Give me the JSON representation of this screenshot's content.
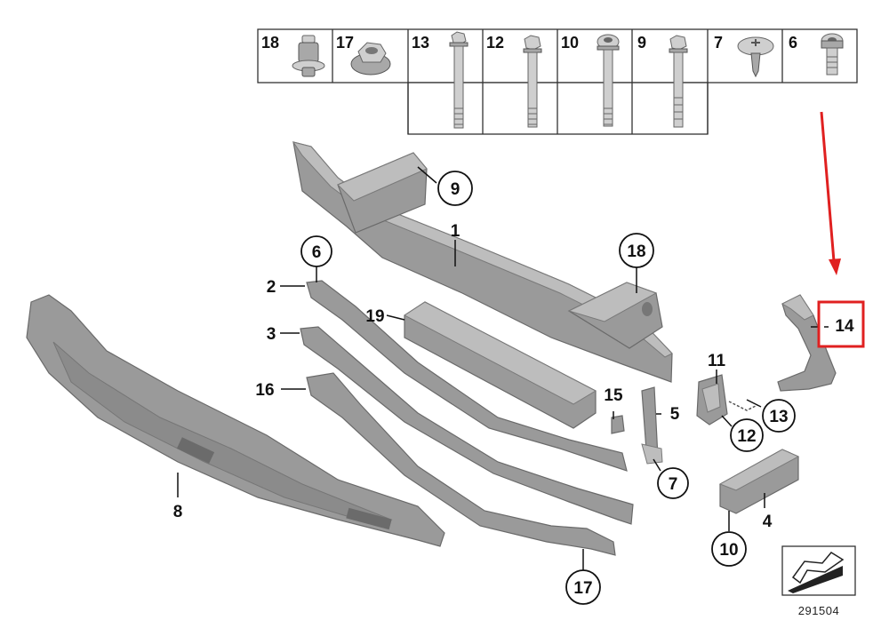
{
  "hardware_table": {
    "items": [
      {
        "num": "18",
        "icon": "clip-nut-icon"
      },
      {
        "num": "17",
        "icon": "hex-nut-icon"
      },
      {
        "num": "13",
        "icon": "hex-bolt-long-icon"
      },
      {
        "num": "12",
        "icon": "hex-bolt-icon"
      },
      {
        "num": "10",
        "icon": "round-head-bolt-icon"
      },
      {
        "num": "9",
        "icon": "hex-bolt-icon"
      },
      {
        "num": "7",
        "icon": "pan-head-screw-icon"
      },
      {
        "num": "6",
        "icon": "socket-screw-icon"
      }
    ]
  },
  "callouts": {
    "c1": "1",
    "c2": "2",
    "c3": "3",
    "c4": "4",
    "c5": "5",
    "c6": "6",
    "c7": "7",
    "c8": "8",
    "c9": "9",
    "c10": "10",
    "c11": "11",
    "c12": "12",
    "c13": "13",
    "c14": "14",
    "c15": "15",
    "c16": "16",
    "c17": "17",
    "c18": "18",
    "c19": "19"
  },
  "diagram_number": "291504",
  "highlight": {
    "part": "14",
    "color": "#e02020"
  }
}
